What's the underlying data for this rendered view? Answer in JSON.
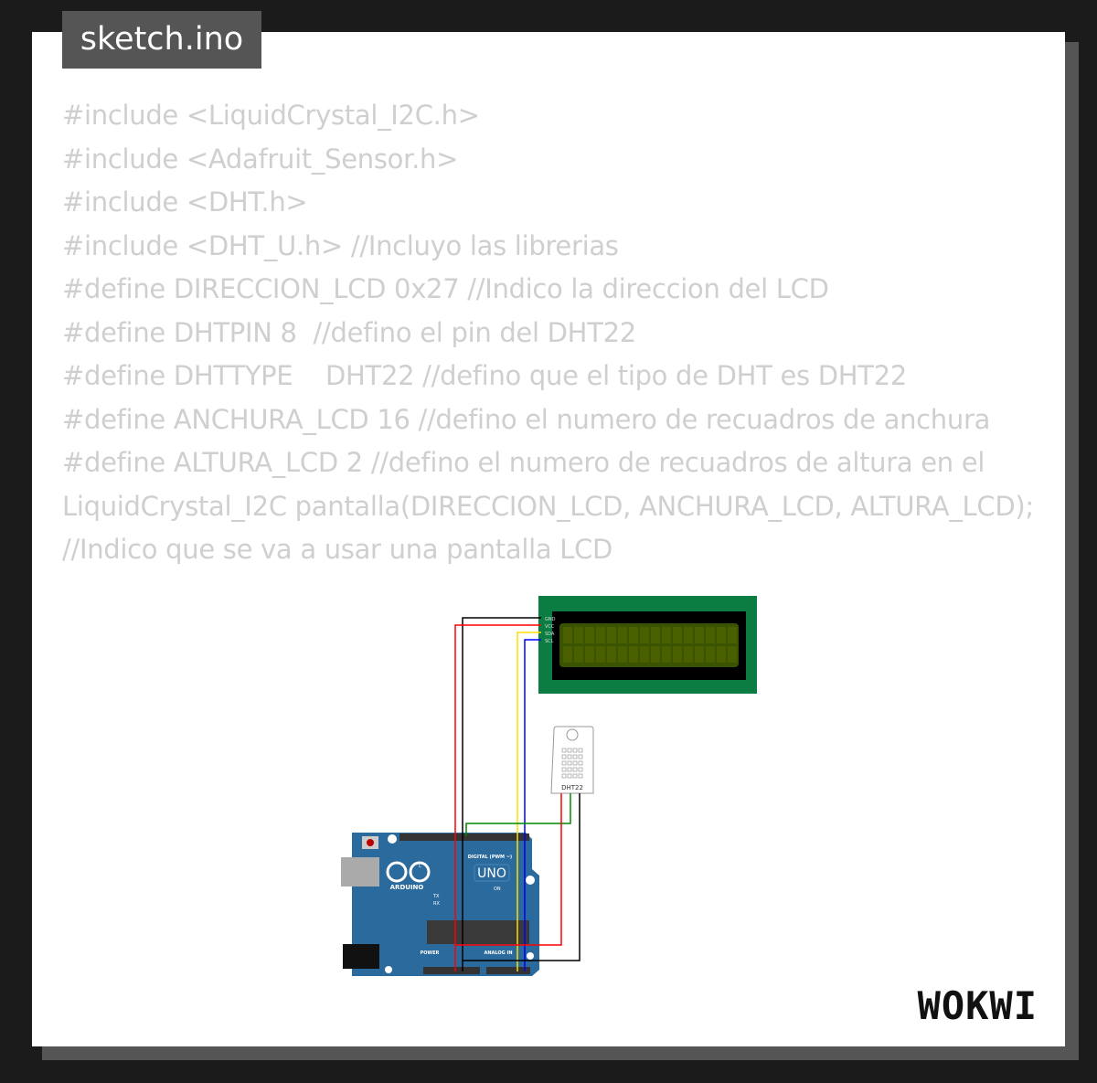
{
  "title": "sketch.ino",
  "code_lines": [
    "#include <LiquidCrystal_I2C.h>",
    "#include <Adafruit_Sensor.h>",
    "#include <DHT.h>",
    "#include <DHT_U.h> //Incluyo las librerias",
    "#define DIRECCION_LCD 0x27 //Indico la direccion del LCD",
    "#define DHTPIN 8  //defino el pin del DHT22",
    "#define DHTTYPE    DHT22 //defino que el tipo de DHT es DHT22",
    "#define ANCHURA_LCD 16 //defino el numero de recuadros de anchura",
    "#define ALTURA_LCD 2 //defino el numero de recuadros de altura en el",
    "LiquidCrystal_I2C pantalla(DIRECCION_LCD, ANCHURA_LCD, ALTURA_LCD);",
    "//Indico que se va a usar una pantalla LCD"
  ],
  "circuit": {
    "board": {
      "label": "UNO",
      "brand": "ARDUINO",
      "header_digital": "DIGITAL (PWM ~)",
      "header_power": "POWER",
      "header_analog": "ANALOG IN",
      "led_on": "ON",
      "led_l": "L",
      "led_tx": "TX",
      "led_rx": "RX"
    },
    "lcd_pins": [
      "GND",
      "VCC",
      "SDA",
      "SCL"
    ],
    "sensor_label": "DHT22",
    "wire_colors": {
      "gnd": "#000000",
      "vcc": "#ff0000",
      "sda": "#ffdd00",
      "scl": "#0000ff",
      "data": "#008800"
    }
  },
  "logo": "WOKWI",
  "colors": {
    "board": "#2b6a9c",
    "lcd_pcb": "#0b7d42",
    "lcd_screen": "#3a5300",
    "code_text": "#cfcfcf"
  }
}
